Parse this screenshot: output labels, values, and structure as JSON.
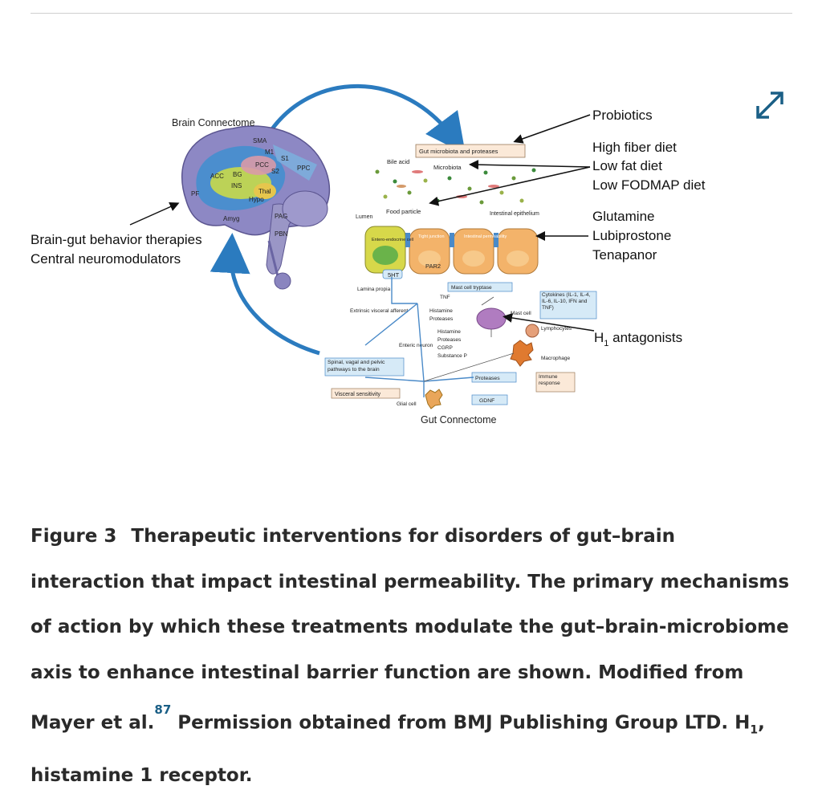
{
  "figure": {
    "brain_label": "Brain Connectome",
    "gut_label": "Gut Connectome",
    "brain_regions": [
      "SMA",
      "M1",
      "S1",
      "PPC",
      "PCC",
      "S2",
      "ACC",
      "BG",
      "INS",
      "Thal",
      "Hypo",
      "PF",
      "Amyg",
      "PAG",
      "PBN"
    ],
    "right_labels": {
      "probiotics": "Probiotics",
      "diet1": "High fiber diet",
      "diet2": "Low fat diet",
      "diet3": "Low FODMAP diet",
      "drug1": "Glutamine",
      "drug2": "Lubiprostone",
      "drug3": "Tenapanor",
      "h1": "H",
      "h1_sub": "1",
      "h1_rest": " antagonists"
    },
    "left_labels": {
      "line1": "Brain-gut behavior therapies",
      "line2": "Central neuromodulators"
    },
    "diagram_labels": {
      "gut_microbiota": "Gut microbiota and proteases",
      "bile_acid": "Bile acid",
      "microbiota": "Microbiota",
      "food_particle": "Food particle",
      "lumen": "Lumen",
      "intestinal_epithelium": "Intestinal epithelium",
      "enteroendocrine": "Entero-endocrine cell",
      "tight_junction": "Tight junction",
      "intestinal_permeability": "Intestinal permeability",
      "par2": "PAR2",
      "five_ht": "5HT",
      "lamina_propia": "Lamina propia",
      "mast_cell_tryptase": "Mast cell tryptase",
      "tnf": "TNF",
      "extrinsic": "Extrinsic visceral afferent",
      "histamine": "Histamine",
      "proteases": "Proteases",
      "mast_cell": "Mast cell",
      "cytokines": "Cytokines (IL-1, IL-4, IL-6, IL-10, IFN and TNF)",
      "lymphocytes": "Lymphocytes",
      "enteric_neuron": "Enteric neuron",
      "enteric_list": [
        "Histamine",
        "Proteases",
        "CGRP",
        "Substance P"
      ],
      "macrophage": "Macrophage",
      "spinal": "Spinal, vagal and pelvic pathways to the brain",
      "visceral_sensitivity": "Visceral sensitivity",
      "proteases_box": "Proteases",
      "immune_response": "Immune response",
      "glial_cell": "Glial cell",
      "gdnf": "GDNF"
    }
  },
  "caption": {
    "label": "Figure 3",
    "text": "Therapeutic interventions for disorders of gut–brain interaction that impact intestinal permeability. The primary mechanisms of action by which these treatments modulate the gut–brain-microbiome axis to enhance intestinal barrier function are shown. Modified from Mayer et al.",
    "ref": "87",
    "text2": " Permission obtained from BMJ Publishing Group LTD. H",
    "h_sub": "1",
    "text3": ", histamine 1 receptor."
  },
  "colors": {
    "accent": "#1a5f86",
    "arrow_blue": "#2b7bbf"
  },
  "icons": {
    "expand": "expand-arrows-icon"
  }
}
